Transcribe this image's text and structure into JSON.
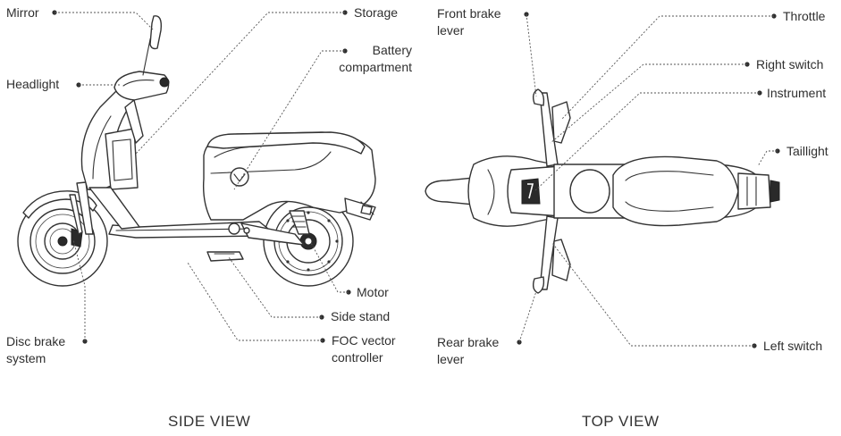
{
  "side_view": {
    "title": "SIDE VIEW",
    "labels": {
      "mirror": "Mirror",
      "headlight": "Headlight",
      "storage": "Storage",
      "battery_line1": "Battery",
      "battery_line2": "compartment",
      "motor": "Motor",
      "side_stand": "Side stand",
      "foc_line1": "FOC vector",
      "foc_line2": "controller",
      "disc_line1": "Disc brake",
      "disc_line2": "system"
    }
  },
  "top_view": {
    "title": "TOP VIEW",
    "labels": {
      "front_brake_line1": "Front brake",
      "front_brake_line2": "lever",
      "throttle": "Throttle",
      "right_switch": "Right switch",
      "instrument": "Instrument",
      "taillight": "Taillight",
      "rear_brake_line1": "Rear brake",
      "rear_brake_line2": "lever",
      "left_switch": "Left switch"
    }
  },
  "colors": {
    "line": "#333333",
    "text": "#2f2f2f",
    "background": "#ffffff"
  }
}
